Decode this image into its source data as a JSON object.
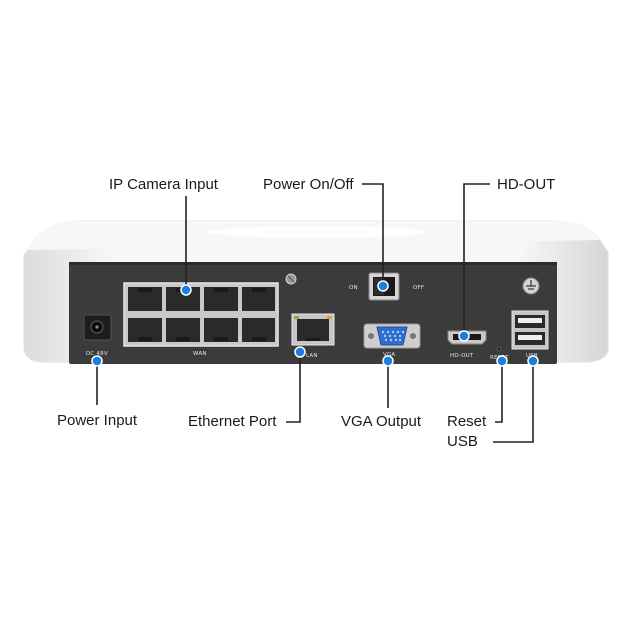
{
  "callouts": {
    "ip_camera_input": "IP Camera Input",
    "power_on_off": "Power On/Off",
    "hd_out": "HD-OUT",
    "power_input": "Power Input",
    "ethernet_port": "Ethernet Port",
    "vga_output": "VGA Output",
    "reset": "Reset",
    "usb": "USB"
  },
  "panel_labels": {
    "dc": "DC 48V",
    "wan": "WAN",
    "lan": "LAN",
    "vga": "VGA",
    "hd_out": "HD-OUT",
    "reset": "RESET",
    "usb": "USB",
    "switch_on": "ON",
    "switch_off": "OFF"
  },
  "colors": {
    "marker": "#1a7fe0",
    "leader_line": "#222222",
    "panel": "#3b3b3b",
    "shell": "#f4f4f4",
    "vga_connector": "#2f6fd0"
  },
  "icons": {
    "power_switch": "rocker-switch-icon",
    "vga": "vga-connector-icon",
    "hdmi": "hdmi-connector-icon",
    "usb": "usb-port-icon",
    "ground": "ground-screw-icon"
  }
}
